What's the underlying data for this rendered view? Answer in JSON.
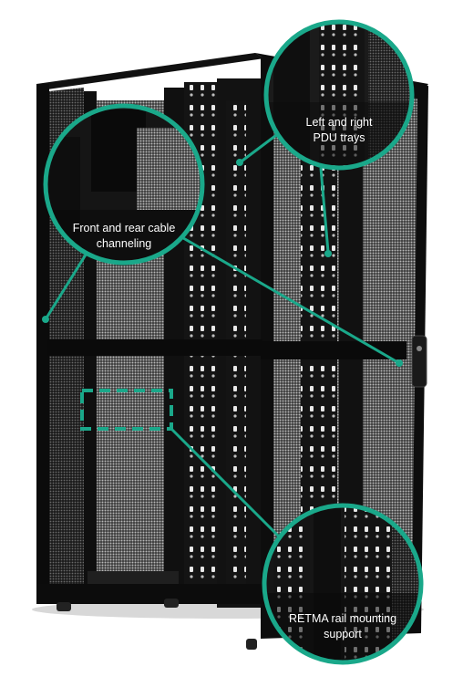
{
  "image": {
    "subject": "server-rack-cabinet",
    "accent_color": "#1aa88a",
    "rack_color": "#0e0e0e",
    "background_color": "#ffffff"
  },
  "callouts": [
    {
      "id": "pdu",
      "label_line1": "Left and right",
      "label_line2": "PDU trays"
    },
    {
      "id": "cable",
      "label_line1": "Front and rear cable",
      "label_line2": "channeling"
    },
    {
      "id": "retma",
      "label_line1": "RETMA rail mounting",
      "label_line2": "support"
    }
  ]
}
